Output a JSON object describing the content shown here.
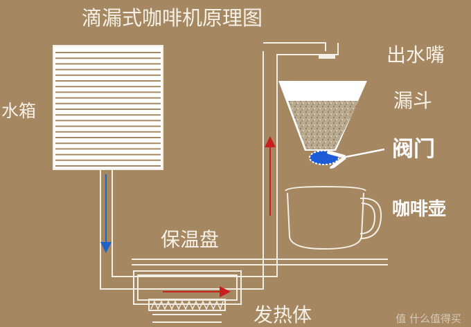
{
  "diagram": {
    "title": "滴漏式咖啡机原理图",
    "labels": {
      "water_tank": "水箱",
      "spout": "出水嘴",
      "funnel": "漏斗",
      "valve": "阀门",
      "coffee_pot": "咖啡壶",
      "warming_plate": "保温盘",
      "heater": "发热体"
    },
    "watermark": "值 什么值得买"
  },
  "colors": {
    "background": "#a58762",
    "line": "#f4efe6",
    "flow_cold": "#1e64c8",
    "flow_hot": "#c81e1e",
    "valve": "#1e5bd6",
    "grounds": "#9a8a70"
  }
}
